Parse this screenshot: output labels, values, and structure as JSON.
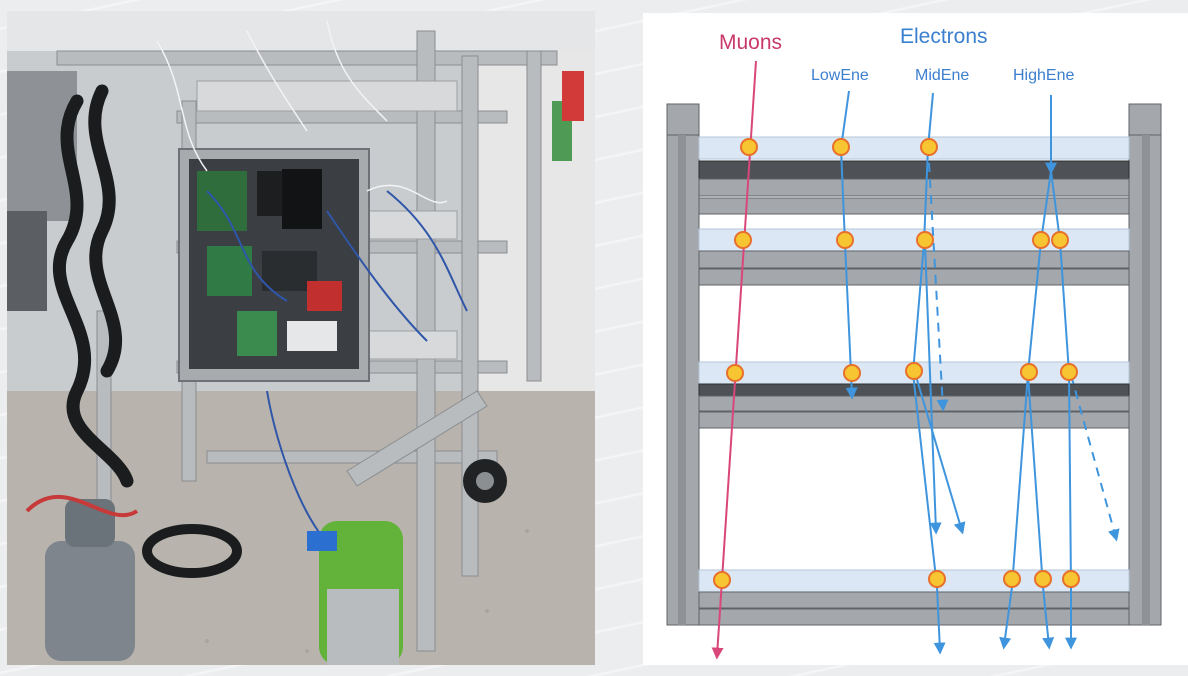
{
  "labels": {
    "muons": "Muons",
    "electrons": "Electrons",
    "low_ene": "LowEne",
    "mid_ene": "MidEne",
    "high_ene": "HighEne"
  },
  "colors": {
    "muon_track": "#d9477a",
    "electron_track": "#3f95dd",
    "hit_fill": "#f7c532",
    "hit_stroke": "#e8702a",
    "scintillator": "#dbe7f5",
    "frame": "#a4a7ab",
    "frame_edge": "#5f6367",
    "absorber": "#4e5256"
  },
  "photo": {
    "subject": "detector-prototype-photo"
  }
}
